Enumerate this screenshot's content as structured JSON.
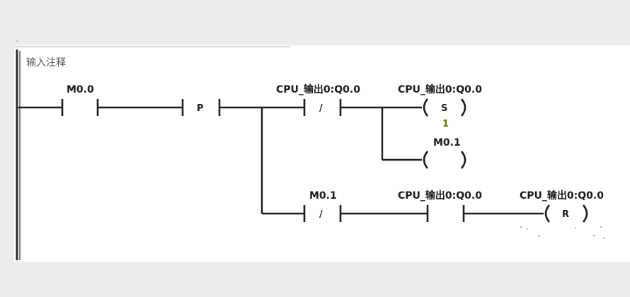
{
  "network": {
    "comment": "输入注释"
  },
  "elements": {
    "contact_m00": {
      "address": "M0.0"
    },
    "edge_p": {
      "symbol": "P"
    },
    "contact_q00_nc": {
      "address": "CPU_输出0:Q0.0",
      "symbol": "/"
    },
    "coil_set_q00": {
      "address": "CPU_输出0:Q0.0",
      "symbol": "S",
      "param": "1"
    },
    "coil_m01": {
      "address": "M0.1"
    },
    "contact_m01_nc": {
      "address": "M0.1",
      "symbol": "/"
    },
    "contact_q00_no": {
      "address": "CPU_输出0:Q0.0"
    },
    "coil_reset_q00": {
      "address": "CPU_输出0:Q0.0",
      "symbol": "R"
    }
  },
  "colors": {
    "background": "#ececec",
    "panel": "#ffffff",
    "line": "#1c1c1c",
    "param": "#6b6a00"
  }
}
